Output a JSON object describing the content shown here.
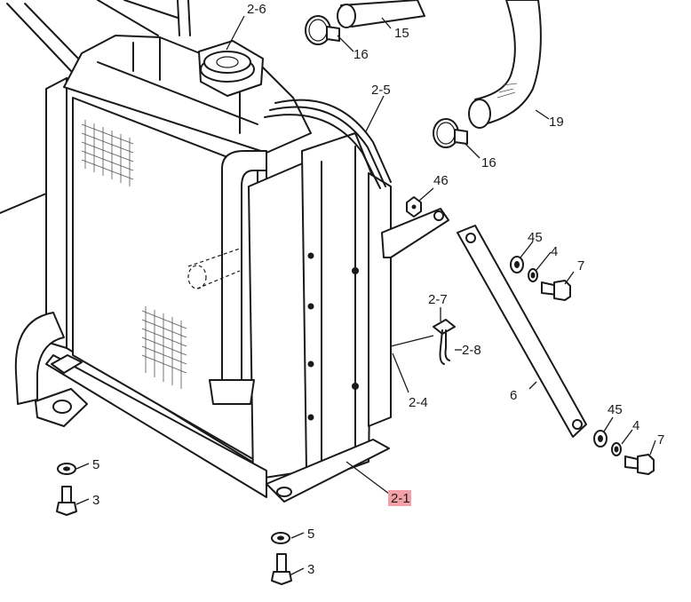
{
  "labels": {
    "p2_6": "2-6",
    "p16a": "16",
    "p15": "15",
    "p2_5": "2-5",
    "p19": "19",
    "p16b": "16",
    "p46": "46",
    "p45a": "45",
    "p4a": "4",
    "p7a": "7",
    "p2_7": "2-7",
    "p2_8": "2-8",
    "p6": "6",
    "p2_4": "2-4",
    "p45b": "45",
    "p4b": "4",
    "p7b": "7",
    "p5a": "5",
    "p3a": "3",
    "p2_1": "2-1",
    "p5b": "5",
    "p3b": "3"
  },
  "highlight_color": "#f4a0a8"
}
